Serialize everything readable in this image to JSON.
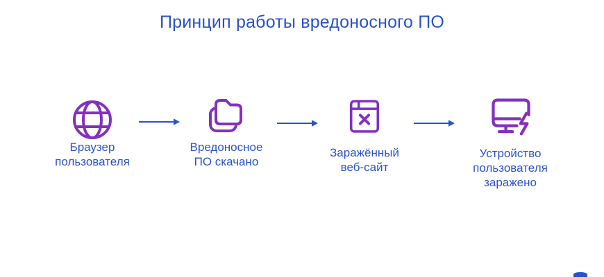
{
  "title": "Принцип работы вредоносного ПО",
  "colors": {
    "accent_blue": "#2b52c6",
    "icon_purple": "#8330be",
    "background": "#ffffff"
  },
  "steps": [
    {
      "icon": "globe-icon",
      "label": "Браузер\nпользователя"
    },
    {
      "icon": "folders-icon",
      "label": "Вредоносное\nПО скачано"
    },
    {
      "icon": "infected-site-icon",
      "label": "Заражённый\nвеб-сайт"
    },
    {
      "icon": "infected-device-icon",
      "label": "Устройство\nпользователя\nзаражено"
    }
  ],
  "connectors": [
    "arrow-right",
    "arrow-right",
    "arrow-right"
  ]
}
